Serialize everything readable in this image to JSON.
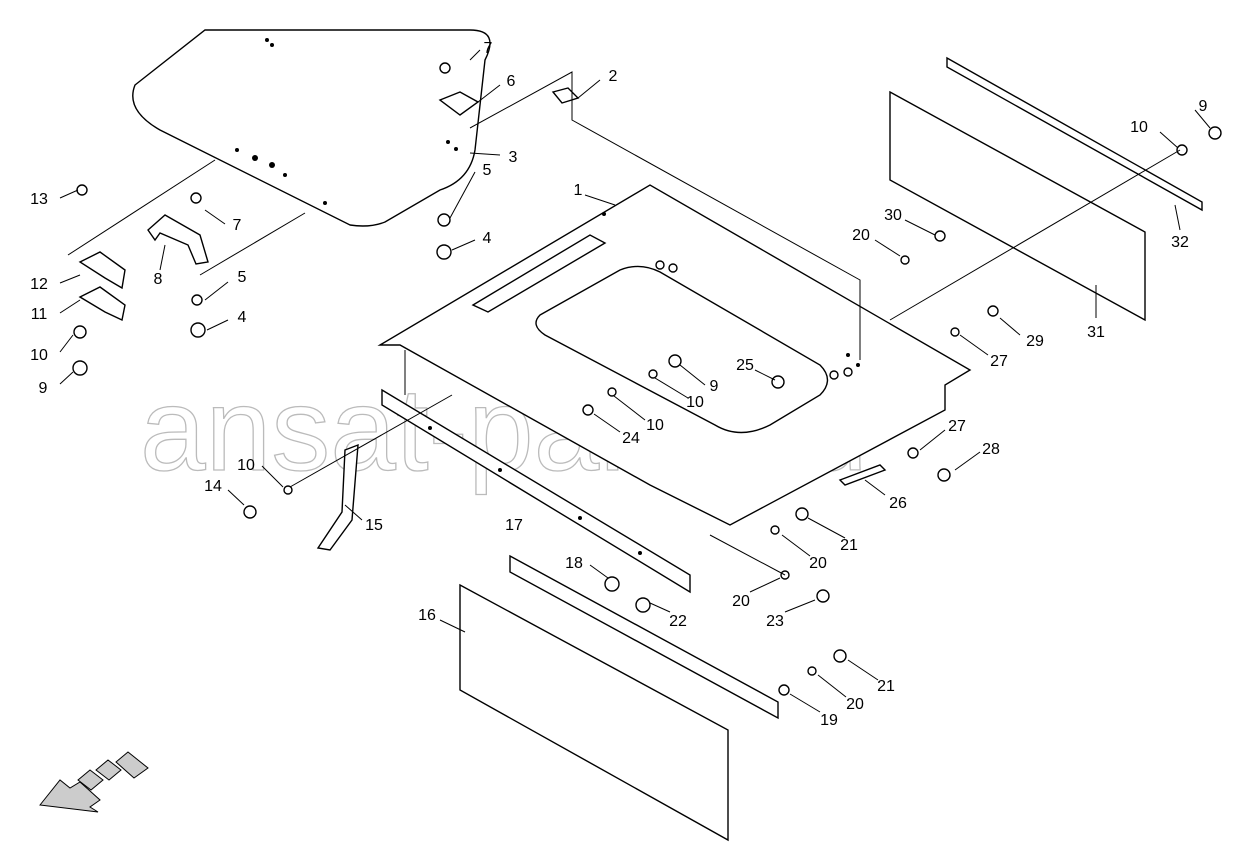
{
  "watermark": "ansat-parts.ru",
  "callouts": [
    "7",
    "6",
    "2",
    "3",
    "1",
    "5",
    "4",
    "7",
    "13",
    "12",
    "8",
    "5",
    "4",
    "11",
    "10",
    "9",
    "9",
    "10",
    "30",
    "20",
    "32",
    "31",
    "29",
    "27",
    "25",
    "9",
    "10",
    "10",
    "24",
    "27",
    "28",
    "10",
    "14",
    "26",
    "15",
    "17",
    "21",
    "20",
    "18",
    "20",
    "22",
    "23",
    "16",
    "21",
    "20",
    "19"
  ],
  "direction_icon": "arrow-down-left-icon"
}
